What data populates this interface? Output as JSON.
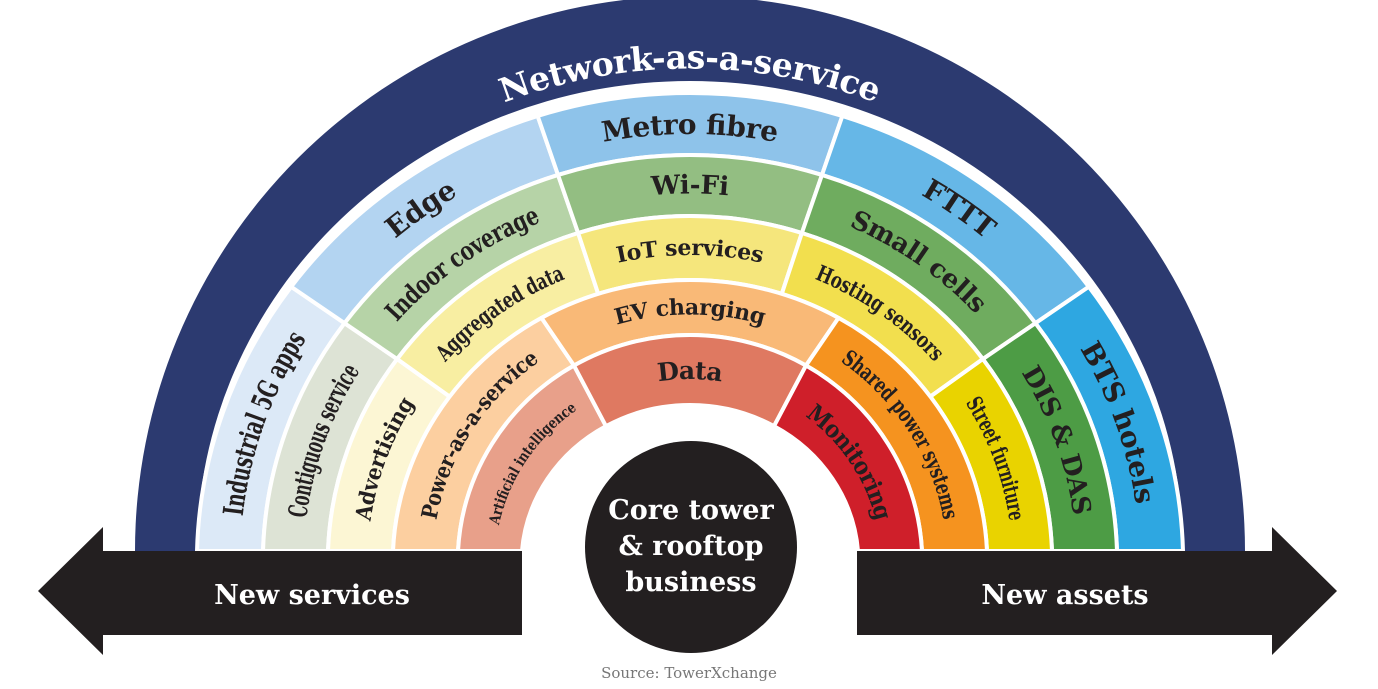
{
  "title": "Network-as-a-service",
  "center": {
    "lines": [
      "Core tower",
      "& rooftop",
      "business"
    ]
  },
  "arrows": {
    "left": "New services",
    "right": "New assets"
  },
  "source": "Source: TowerXchange",
  "colors": {
    "navy": "#2c3a70",
    "center": "#231f20",
    "divider": "#ffffff"
  },
  "rings": [
    {
      "name": "ring-1",
      "segments": [
        {
          "label": "Industrial 5G apps",
          "color": "#dce9f7"
        },
        {
          "label": "Edge",
          "color": "#b3d4f1"
        },
        {
          "label": "Metro fibre",
          "color": "#8ec3ea"
        },
        {
          "label": "FTTT",
          "color": "#66b7e7"
        },
        {
          "label": "BTS hotels",
          "color": "#2ea7e1"
        }
      ]
    },
    {
      "name": "ring-2",
      "segments": [
        {
          "label": "Contiguous service",
          "color": "#dde3d5"
        },
        {
          "label": "Indoor coverage",
          "color": "#b6d3a7"
        },
        {
          "label": "Wi-Fi",
          "color": "#93be82"
        },
        {
          "label": "Small cells",
          "color": "#6fac5f"
        },
        {
          "label": "DIS & DAS",
          "color": "#4d9c45"
        }
      ]
    },
    {
      "name": "ring-3",
      "segments": [
        {
          "label": "Advertising",
          "color": "#fcf6d4"
        },
        {
          "label": "Aggregated data",
          "color": "#f8eea2"
        },
        {
          "label": "IoT services",
          "color": "#f5e67c"
        },
        {
          "label": "Hosting sensors",
          "color": "#f2df4e"
        },
        {
          "label": "Street furniture",
          "color": "#e9d300"
        }
      ]
    },
    {
      "name": "ring-4",
      "segments": [
        {
          "label": "Power-as-a-service",
          "color": "#fccfa0"
        },
        {
          "label": "EV charging",
          "color": "#f9b977"
        },
        {
          "label": "Shared power systems",
          "color": "#f5931f"
        }
      ]
    },
    {
      "name": "ring-5",
      "segments": [
        {
          "label": "Artificial intelligence",
          "color": "#e8a08a"
        },
        {
          "label": "Data",
          "color": "#df7961"
        },
        {
          "label": "Monitoring",
          "color": "#cf1f2a"
        }
      ]
    }
  ]
}
